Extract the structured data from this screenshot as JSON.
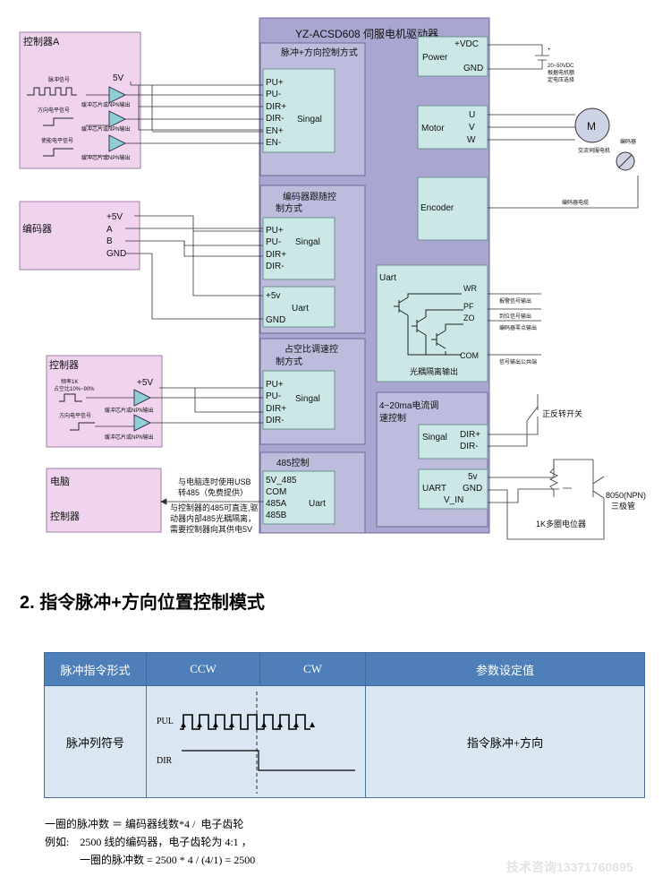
{
  "diagram": {
    "drive_title": "YZ-ACSD608 伺服电机驱动器",
    "ctrl_a": {
      "title": "控制器A",
      "v5": "5V",
      "sig1": "脉冲信号",
      "sig2": "方向电平信号",
      "sig3": "使能电平信号",
      "buf1": "缓冲芯片或NPN输出",
      "buf2": "缓冲芯片或NPN输出",
      "buf3": "缓冲芯片或NPN输出"
    },
    "pulse_mode": {
      "title": "脉冲+方向控制方式",
      "pins": [
        "PU+",
        "PU-",
        "DIR+",
        "DIR-",
        "EN+",
        "EN-"
      ],
      "signal": "Singal"
    },
    "power": {
      "label": "Power",
      "vdc": "+VDC",
      "gnd": "GND",
      "plus": "+",
      "note1": "20~50VDC",
      "note2": "根据电机额",
      "note3": "定电压选择"
    },
    "motor": {
      "label": "Motor",
      "u": "U",
      "v": "V",
      "w": "W",
      "m": "M",
      "motor_note": "交流伺服电机",
      "encoder_note": "编码器"
    },
    "encoder_box": {
      "label": "Encoder",
      "cable": "编码器电缆"
    },
    "encoder": {
      "title": "编码器",
      "pins": [
        "+5V",
        "A",
        "B",
        "GND"
      ]
    },
    "follow_mode": {
      "title1": "编码器跟随控",
      "title2": "制方式",
      "pins": [
        "PU+",
        "PU-",
        "DIR+",
        "DIR-"
      ],
      "signal": "Singal",
      "uart_pins": [
        "+5v",
        "GND"
      ],
      "uart": "Uart"
    },
    "uart_out": {
      "title": "Uart",
      "wr": "WR",
      "pf": "PF",
      "zo": "ZO",
      "com": "COM",
      "note_wr": "报警信号输出",
      "note_pf": "到位信号输出",
      "note_zo": "编码器零点输出",
      "note_com": "信号输出公共端",
      "isolation": "光耦隔离输出"
    },
    "ctrl_b": {
      "title": "控制器",
      "freq1": "频率1K",
      "freq2": "占空比10%~90%",
      "v5": "+5V",
      "dir": "方向电平信号",
      "buf1": "缓冲芯片或NPN输出",
      "buf2": "缓冲芯片或NPN输出"
    },
    "duty_mode": {
      "title1": "占空比调速控",
      "title2": "制方式",
      "pins": [
        "PU+",
        "PU-",
        "DIR+",
        "DIR-"
      ],
      "signal": "Singal"
    },
    "current_mode": {
      "title1": "4~20ma电流调",
      "title2": "速控制",
      "signal": "Singal",
      "dir_plus": "DIR+",
      "dir_minus": "DIR-",
      "uart": "UART",
      "v5": "5v",
      "gnd": "GND",
      "vin": "V_IN",
      "switch": "正反转开关",
      "transistor1": "8050(NPN)",
      "transistor2": "三极管",
      "pot": "1K多圈电位器"
    },
    "pc": {
      "title": "电脑",
      "ctrl": "控制器",
      "usb1": "与电脑连时使用USB",
      "usb2": "转485（免费提供）",
      "note1": "与控制器的485可直连,驱",
      "note2": "动器内部485光耦隔离，",
      "note3": "需要控制器向其供电5V"
    },
    "rs485": {
      "title": "485控制",
      "pins": [
        "5V_485",
        "COM",
        "485A",
        "485B"
      ],
      "uart": "Uart"
    }
  },
  "section": {
    "heading": "2.  指令脉冲+方向位置控制模式"
  },
  "table": {
    "headers": [
      "脉冲指令形式",
      "CCW",
      "CW",
      "参数设定值"
    ],
    "row_label": "脉冲列符号",
    "pul": "PUL",
    "dir": "DIR",
    "value": "指令脉冲+方向"
  },
  "notes": [
    "一圈的脉冲数 ＝ 编码器线数*4 /  电子齿轮",
    "例如:    2500 线的编码器，电子齿轮为 4:1 ，",
    "             一圈的脉冲数 = 2500 * 4 / (4/1) = 2500"
  ],
  "watermark": "技术咨询13371760895",
  "colors": {
    "drive_bg": "#a9a6d1",
    "section_bg": "#bdbcdd",
    "inner_bg": "#cbe8e6",
    "controller_bg": "#f0d4ee",
    "buffer_fill": "#8fcfd4",
    "table_header": "#4e7fb9",
    "table_body": "#dbe6f3"
  }
}
